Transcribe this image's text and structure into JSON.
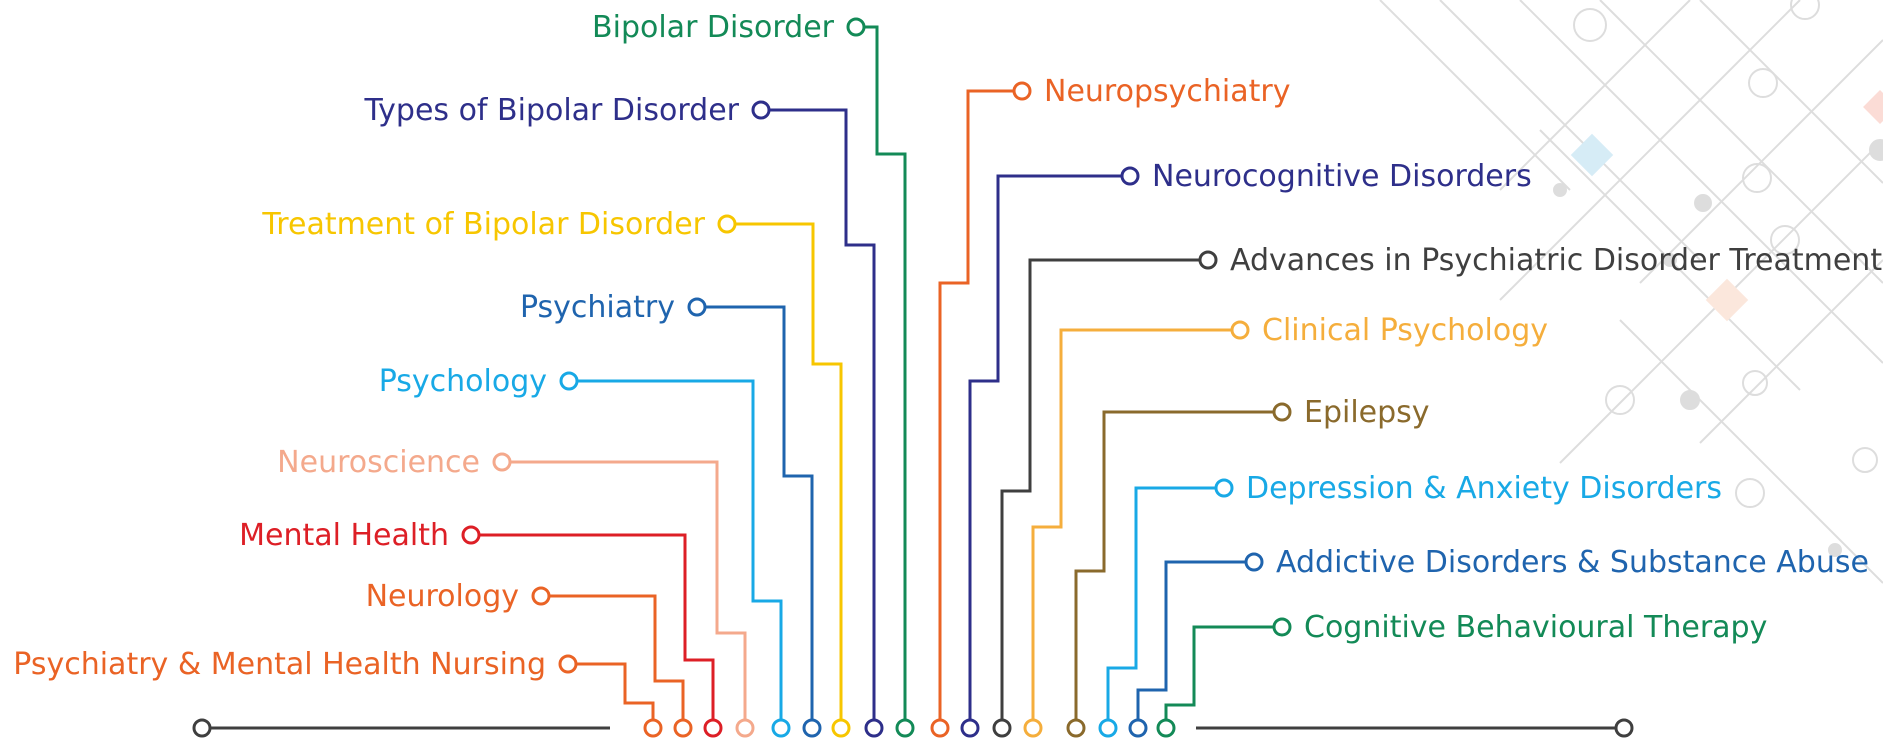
{
  "topics": [
    {
      "id": "bipolar-disorder",
      "label": "Bipolar Disorder",
      "color": "#138a57"
    },
    {
      "id": "types-of-bipolar-disorder",
      "label": "Types of Bipolar Disorder",
      "color": "#2e2f8a"
    },
    {
      "id": "treatment-of-bipolar-disorder",
      "label": "Treatment of Bipolar Disorder",
      "color": "#f7c600"
    },
    {
      "id": "psychiatry",
      "label": "Psychiatry",
      "color": "#1f64ae"
    },
    {
      "id": "psychology",
      "label": "Psychology",
      "color": "#18a9e6"
    },
    {
      "id": "neuroscience",
      "label": "Neuroscience",
      "color": "#f4a98c"
    },
    {
      "id": "mental-health",
      "label": "Mental Health",
      "color": "#dd1f26"
    },
    {
      "id": "neurology",
      "label": "Neurology",
      "color": "#ea6325"
    },
    {
      "id": "psychiatry-mental-health-nursing",
      "label": "Psychiatry & Mental Health Nursing",
      "color": "#ea6325"
    },
    {
      "id": "neuropsychiatry",
      "label": "Neuropsychiatry",
      "color": "#ea6325"
    },
    {
      "id": "neurocognitive-disorders",
      "label": "Neurocognitive Disorders",
      "color": "#2e2f8a"
    },
    {
      "id": "advances-in-psychiatric-disorder-treatment",
      "label": "Advances in Psychiatric Disorder Treatment",
      "color": "#3f3f3f"
    },
    {
      "id": "clinical-psychology",
      "label": "Clinical Psychology",
      "color": "#f5ae3c"
    },
    {
      "id": "epilepsy",
      "label": "Epilepsy",
      "color": "#8a6a2c"
    },
    {
      "id": "depression-anxiety-disorders",
      "label": "Depression & Anxiety Disorders",
      "color": "#18a9e6"
    },
    {
      "id": "addictive-disorders-substance-abuse",
      "label": "Addictive Disorders & Substance Abuse",
      "color": "#1f64ae"
    },
    {
      "id": "cognitive-behavioural-therapy",
      "label": "Cognitive Behavioural Therapy",
      "color": "#138a57"
    }
  ],
  "baseline_color": "#3f3f3f",
  "background_decoration": "circuit-pattern"
}
